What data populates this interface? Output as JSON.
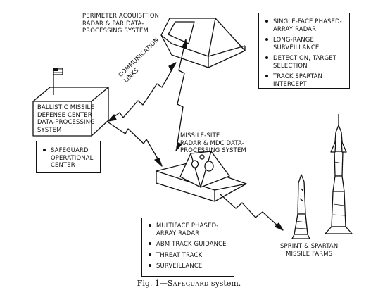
{
  "labels": {
    "perimeter": "PERIMETER ACQUISITION\nRADAR & PAR DATA-\nPROCESSING SYSTEM",
    "bmdc": "BALLISTIC MISSILE\nDEFENSE CENTER\nDATA-PROCESSING\nSYSTEM",
    "comm": "COMMUNICATION\nLINKS",
    "msr": "MISSILE-SITE\nRADAR & MDC DATA-\nPROCESSING SYSTEM",
    "farms": "SPRINT & SPARTAN\nMISSILE FARMS"
  },
  "par_features": [
    "SINGLE-FACE PHASED-\nARRAY RADAR",
    "LONG-RANGE\nSURVEILLANCE",
    "DETECTION, TARGET\nSELECTION",
    "TRACK SPARTAN\nINTERCEPT"
  ],
  "center_features": [
    "SAFEGUARD\nOPERATIONAL\nCENTER"
  ],
  "msr_features": [
    "MULTIFACE PHASED-\nARRAY RADAR",
    "ABM TRACK GUIDANCE",
    "THREAT TRACK",
    "SURVEILLANCE"
  ],
  "caption": {
    "prefix": "Fig. 1—",
    "name": "Safeguard",
    "suffix": " system."
  }
}
